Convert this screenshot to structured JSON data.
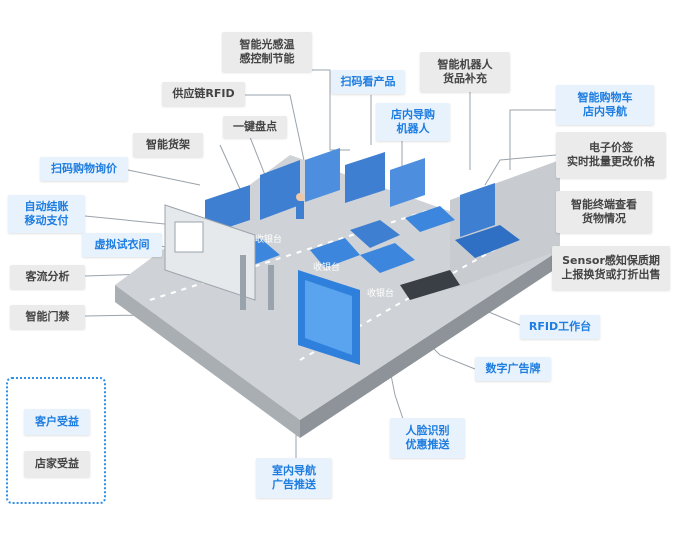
{
  "colors": {
    "customer_benefit": "#1e7de0",
    "merchant_benefit": "#444444",
    "floor_top": "#cfd3d7",
    "floor_side": "#a9aeb3",
    "wall": "#c8ccd1",
    "shelf": "#3f7fd1",
    "accent": "#2f8fe8"
  },
  "labels": {
    "smart_light_temp": [
      "智能光感温",
      "感控制节能"
    ],
    "scan_product": "扫码看产品",
    "robot_restock": [
      "智能机器人",
      "货品补充"
    ],
    "smart_cart_nav": [
      "智能购物车",
      "店内导航"
    ],
    "supply_chain_rfid": "供应链RFID",
    "one_click_inventory": "一键盘点",
    "store_nav_robot": [
      "店内导购",
      "机器人"
    ],
    "smart_shelf": "智能货架",
    "esl_pricing": [
      "电子价签",
      "实时批量更改价格"
    ],
    "scan_price_inquiry": "扫码购物询价",
    "auto_checkout_mobile_pay": [
      "自动结账",
      "移动支付"
    ],
    "smart_terminal_stock": [
      "智能终端查看",
      "货物情况"
    ],
    "virtual_fitting": "虚拟试衣间",
    "customer_flow": "客流分析",
    "sensor_expiry": [
      "Sensor感知保质期",
      "上报换货或打折出售"
    ],
    "smart_access": "智能门禁",
    "rfid_workbench": "RFID工作台",
    "digital_signage": "数字广告牌",
    "face_recognition_promo": [
      "人脸识别",
      "优惠推送"
    ],
    "indoor_nav_ads": [
      "室内导航",
      "广告推送"
    ]
  },
  "legend": {
    "customer": "客户受益",
    "merchant": "店家受益"
  },
  "scene_screens": {
    "cashier_1": "收银台",
    "cashier_2": "收银台",
    "cashier_3": "收银台"
  }
}
